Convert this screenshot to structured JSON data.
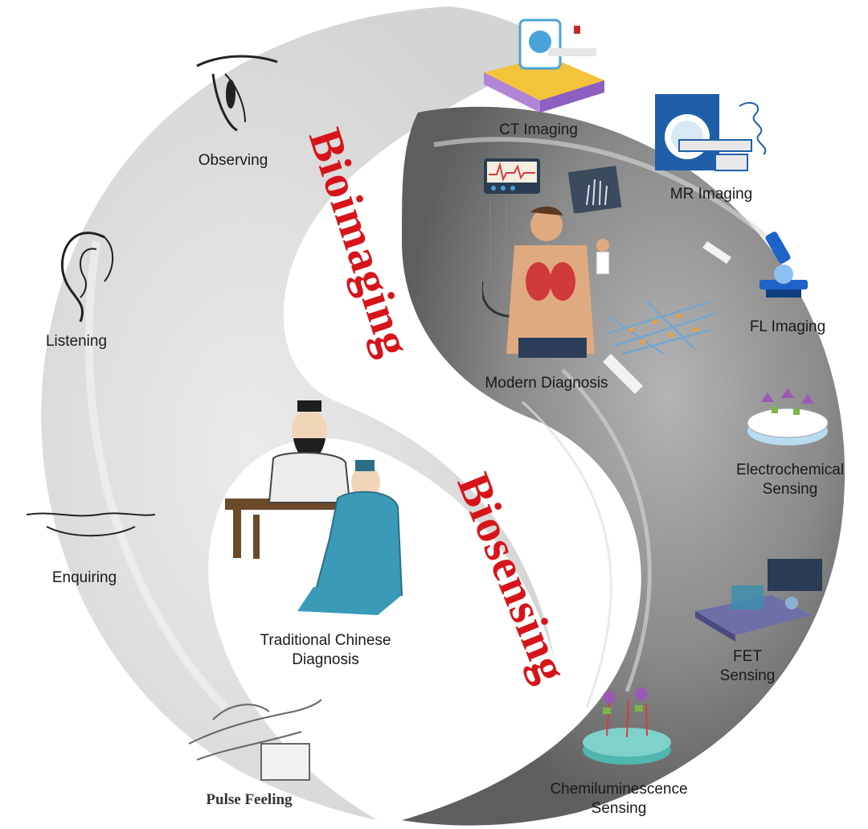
{
  "titles": {
    "bioimaging": "Bioimaging",
    "biosensing": "Biosensing"
  },
  "tcm": {
    "observing": "Observing",
    "listening": "Listening",
    "enquiring": "Enquiring",
    "pulse": "Pulse Feeling",
    "center_line1": "Traditional Chinese",
    "center_line2": "Diagnosis"
  },
  "modern": {
    "center": "Modern Diagnosis",
    "ct": "CT Imaging",
    "mr": "MR Imaging",
    "fl": "FL Imaging",
    "electrochem_line1": "Electrochemical",
    "electrochem_line2": "Sensing",
    "fet_line1": "FET",
    "fet_line2": "Sensing",
    "chemi_line1": "Chemiluminescence",
    "chemi_line2": "Sensing"
  },
  "colors": {
    "title_red": "#d7141a",
    "light_swirl": "#dcdcdc",
    "dark_swirl": "#8a8a8a",
    "tcm_robe": "#3a9ab8",
    "ct_base": "#f3c33a"
  }
}
